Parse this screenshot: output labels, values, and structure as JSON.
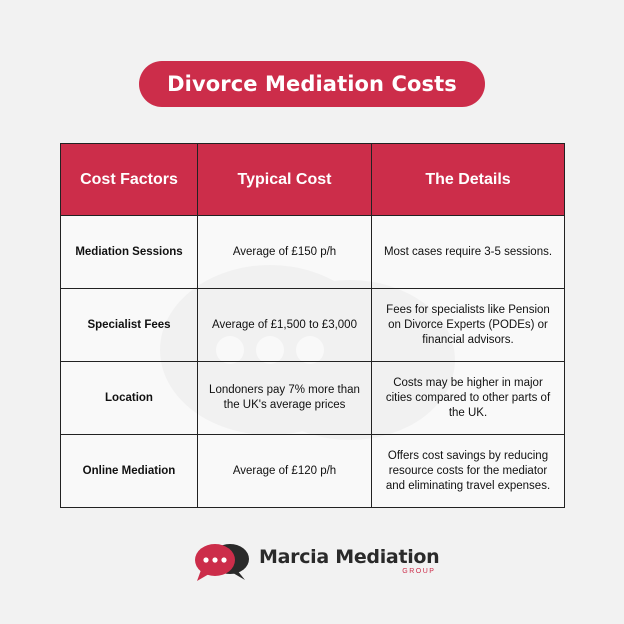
{
  "title": "Divorce Mediation Costs",
  "colors": {
    "accent": "#cc2d4a",
    "background": "#f2f2f2",
    "logo_dark": "#2a2a2a"
  },
  "table": {
    "headers": [
      "Cost Factors",
      "Typical Cost",
      "The Details"
    ],
    "rows": [
      {
        "factor": "Mediation Sessions",
        "cost": "Average of £150 p/h",
        "details": "Most cases require 3-5 sessions."
      },
      {
        "factor": "Specialist Fees",
        "cost": "Average of £1,500 to £3,000",
        "details": "Fees for specialists like Pension on Divorce Experts (PODEs) or financial advisors."
      },
      {
        "factor": "Location",
        "cost": "Londoners pay 7% more than the UK's average prices",
        "details": "Costs may be higher in major cities compared to other parts of the UK."
      },
      {
        "factor": "Online Mediation",
        "cost": "Average of £120 p/h",
        "details": "Offers cost savings by reducing resource costs for the mediator and eliminating travel expenses."
      }
    ]
  },
  "logo": {
    "name": "Marcia Mediation",
    "sub": "GROUP",
    "icon": "speech-bubbles-icon"
  }
}
